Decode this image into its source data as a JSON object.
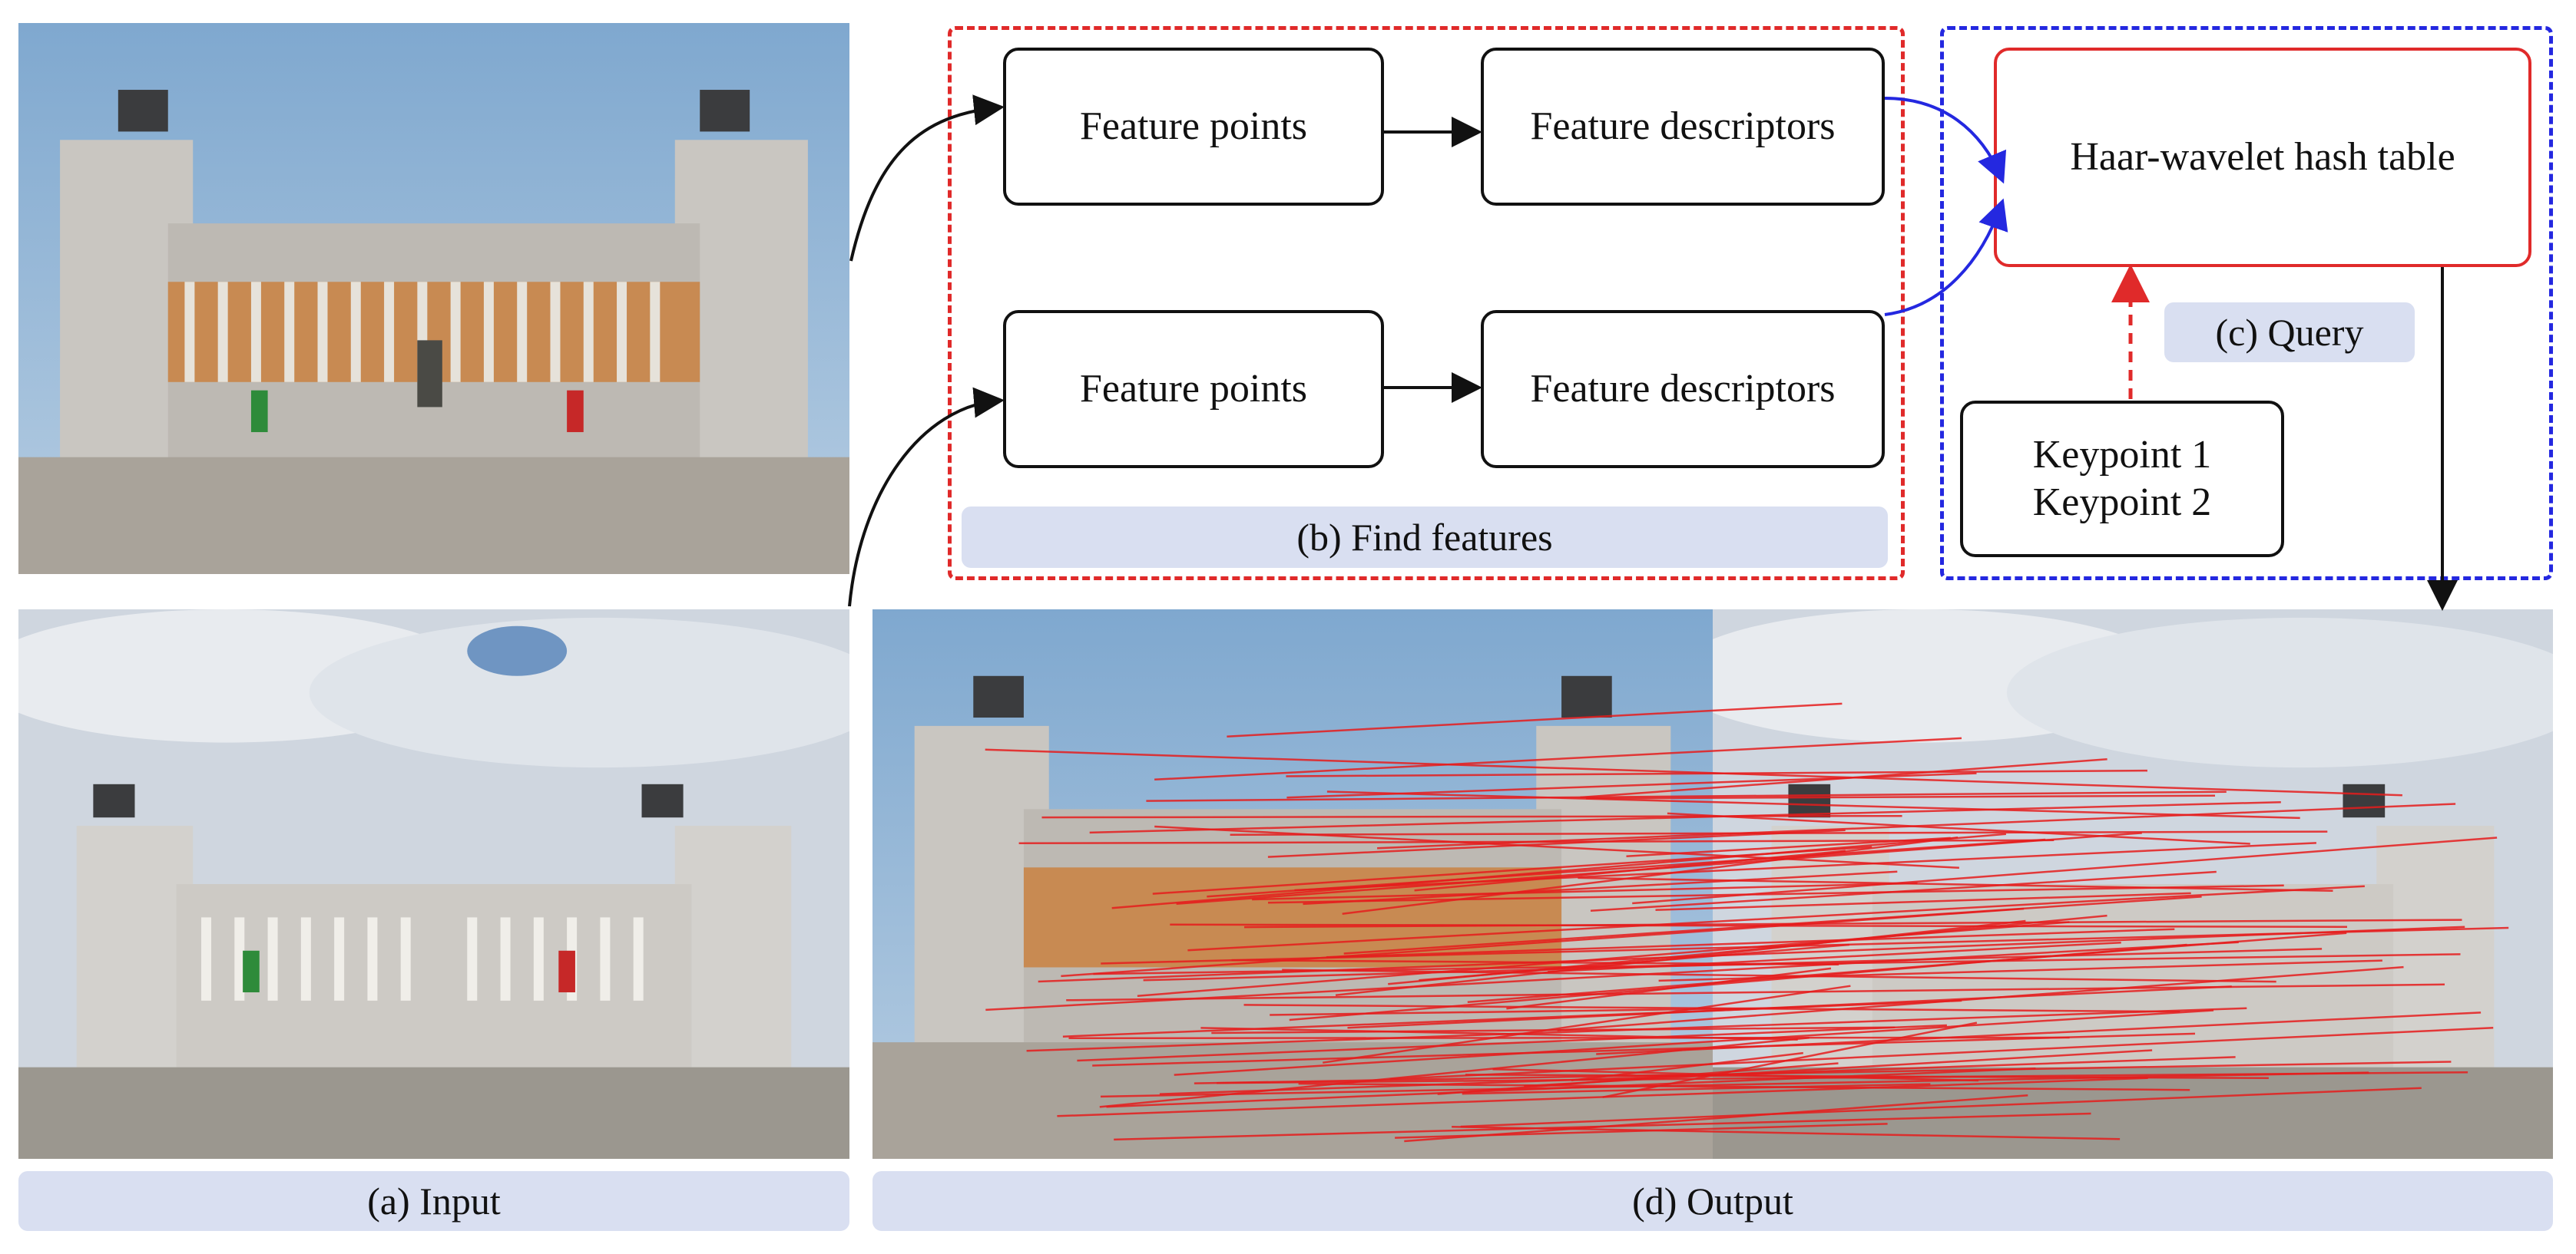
{
  "panels": {
    "input_caption": "(a) Input",
    "find_features_caption": "(b) Find features",
    "query_caption": "(c) Query",
    "output_caption": "(d) Output"
  },
  "boxes": {
    "feature_points_1": "Feature points",
    "feature_descriptors_1": "Feature descriptors",
    "feature_points_2": "Feature points",
    "feature_descriptors_2": "Feature descriptors",
    "hash_table": "Haar-wavelet hash table",
    "keypoint_1": "Keypoint 1",
    "keypoint_2": "Keypoint 2"
  },
  "colors": {
    "caption_bar": "#d9dff1",
    "red_dash": "#e02a2a",
    "blue_dash": "#2428e0",
    "match_lines": "#e51c1c"
  },
  "images": {
    "top_input": "photo of a monument under a blue evening sky",
    "bottom_input": "photo of the same monument under a cloudy sky",
    "output_left": "monument photo (blue sky)",
    "output_right": "monument photo (cloudy sky)"
  }
}
